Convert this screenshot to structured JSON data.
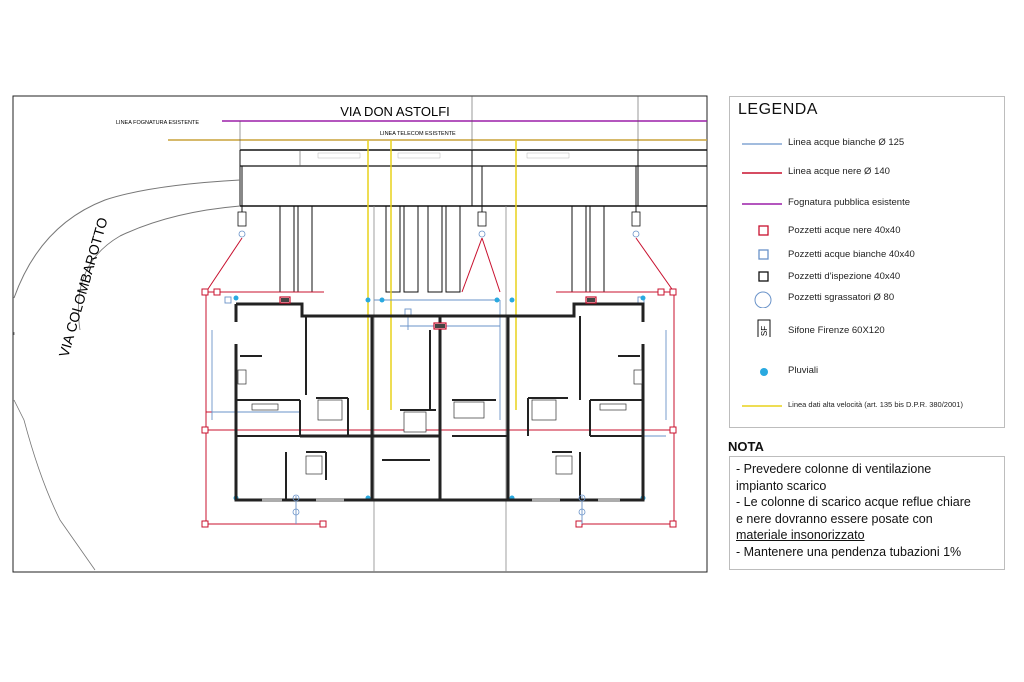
{
  "streets": {
    "top": "VIA DON ASTOLFI",
    "left": "VIA COLOMBAROTTO"
  },
  "lines": {
    "sewer_existing": "LINEA FOGNATURA ESISTENTE",
    "telecom_existing": "LINEA TELECOM ESISTENTE"
  },
  "legend": {
    "title": "LEGENDA",
    "items": [
      {
        "label": "Linea acque bianche Ø 125",
        "symbol": "line",
        "color": "#6a93c9"
      },
      {
        "label": "Linea acque nere Ø 140",
        "symbol": "line",
        "color": "#c8102e"
      },
      {
        "label": "Fognatura pubblica esistente",
        "symbol": "line",
        "color": "#9b1fa8"
      },
      {
        "label": "Pozzetti acque nere 40x40",
        "symbol": "square",
        "color": "#c8102e"
      },
      {
        "label": "Pozzetti acque bianche 40x40",
        "symbol": "square",
        "color": "#6a93c9"
      },
      {
        "label": "Pozzetti d'ispezione 40x40",
        "symbol": "square",
        "color": "#111111"
      },
      {
        "label": "Pozzetti sgrassatori Ø 80",
        "symbol": "circle",
        "color": "#6a93c9"
      },
      {
        "label": "Sifone Firenze 60X120",
        "symbol": "siphon",
        "color": "#111111",
        "tag": "SF"
      },
      {
        "label": "Pluviali",
        "symbol": "dot",
        "color": "#29a9e0"
      },
      {
        "label": "Linea dati alta velocità (art. 135 bis D.P.R. 380/2001)",
        "symbol": "line",
        "color": "#e8d21c"
      }
    ]
  },
  "nota": {
    "title": "NOTA",
    "l1": "- Prevedere colonne di ventilazione",
    "l2": "impianto scarico",
    "l3": "- Le colonne di scarico acque reflue chiare",
    "l4": "e nere dovranno essere posate con",
    "l5": "materiale insonorizzato",
    "l6": "- Mantenere una pendenza tubazioni 1%"
  },
  "colors": {
    "sewer": "#9b1fa8",
    "telecom": "#c9a23a",
    "data_line": "#e8d21c",
    "black_water": "#c8102e",
    "white_water": "#6a93c9",
    "pluviale": "#29a9e0"
  }
}
